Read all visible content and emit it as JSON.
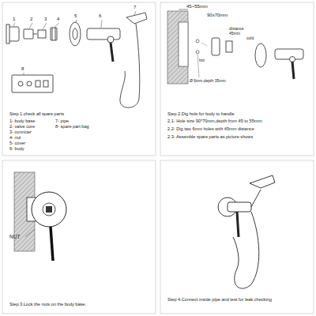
{
  "diagram": {
    "labels": [
      "1",
      "2",
      "3",
      "4",
      "5",
      "6",
      "7",
      "8",
      "Step 1.check all spare parts",
      "1- body base",
      "2- valve core",
      "3- conncter",
      "4- nut",
      "5- cover",
      "6- body",
      "7- pipe",
      "8- spare part bag",
      "45~55mm",
      "90x70mm",
      "distance 45mm",
      "cold",
      "hot",
      "Ø 6mm,depth 35mm",
      "Step 2.Dig hole for body to handle",
      "2.1- Hole size 90*70mm,depth from 45 to 55mm;",
      "2.2- Dig two 6mm holes with 45mm distance",
      "2.3- Assemble spare parts as picture shows",
      "NUT",
      "Step 3.Lock the nuts on the body base.",
      "Step 4.Connect inside pipe and test for leak checking"
    ]
  }
}
